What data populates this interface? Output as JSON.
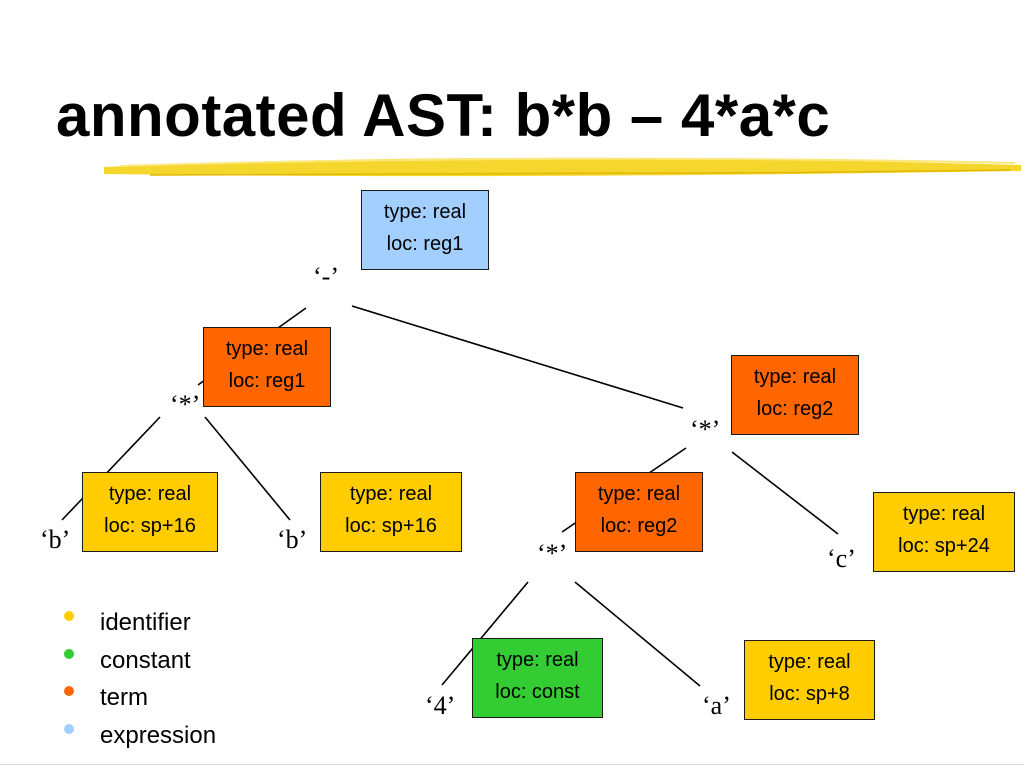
{
  "title": "annotated AST: b*b – 4*a*c",
  "colors": {
    "expression": "#a3cfff",
    "term": "#ff6600",
    "identifier": "#ffcc00",
    "constant": "#33cc33",
    "underline": "#f4d21b"
  },
  "tree": {
    "nodes": [
      {
        "id": "minus",
        "label": "‘-’"
      },
      {
        "id": "mul-left",
        "label": "‘*’"
      },
      {
        "id": "mul-right",
        "label": "‘*’"
      },
      {
        "id": "b-first",
        "label": "‘b’"
      },
      {
        "id": "b-second",
        "label": "‘b’"
      },
      {
        "id": "mul-inner",
        "label": "‘*’"
      },
      {
        "id": "c",
        "label": "‘c’"
      },
      {
        "id": "four",
        "label": "‘4’"
      },
      {
        "id": "a",
        "label": "‘a’"
      }
    ],
    "edges": [
      {
        "from": "minus",
        "to": "mul-left"
      },
      {
        "from": "minus",
        "to": "mul-right"
      },
      {
        "from": "mul-left",
        "to": "b-first"
      },
      {
        "from": "mul-left",
        "to": "b-second"
      },
      {
        "from": "mul-right",
        "to": "mul-inner"
      },
      {
        "from": "mul-right",
        "to": "c"
      },
      {
        "from": "mul-inner",
        "to": "four"
      },
      {
        "from": "mul-inner",
        "to": "a"
      }
    ]
  },
  "boxes": [
    {
      "node": "minus",
      "kind": "expression",
      "type": "type: real",
      "loc": "loc: reg1"
    },
    {
      "node": "mul-left",
      "kind": "term",
      "type": "type: real",
      "loc": "loc: reg1"
    },
    {
      "node": "mul-right",
      "kind": "term",
      "type": "type: real",
      "loc": "loc: reg2"
    },
    {
      "node": "b-first",
      "kind": "identifier",
      "type": "type: real",
      "loc": "loc: sp+16"
    },
    {
      "node": "b-second",
      "kind": "identifier",
      "type": "type: real",
      "loc": "loc: sp+16"
    },
    {
      "node": "mul-inner",
      "kind": "term",
      "type": "type: real",
      "loc": "loc: reg2"
    },
    {
      "node": "c",
      "kind": "identifier",
      "type": "type: real",
      "loc": "loc: sp+24"
    },
    {
      "node": "four",
      "kind": "constant",
      "type": "type: real",
      "loc": "loc: const"
    },
    {
      "node": "a",
      "kind": "identifier",
      "type": "type: real",
      "loc": "loc: sp+8"
    }
  ],
  "legend": [
    {
      "kind": "identifier",
      "label": "identifier"
    },
    {
      "kind": "constant",
      "label": "constant"
    },
    {
      "kind": "term",
      "label": "term"
    },
    {
      "kind": "expression",
      "label": "expression"
    }
  ]
}
